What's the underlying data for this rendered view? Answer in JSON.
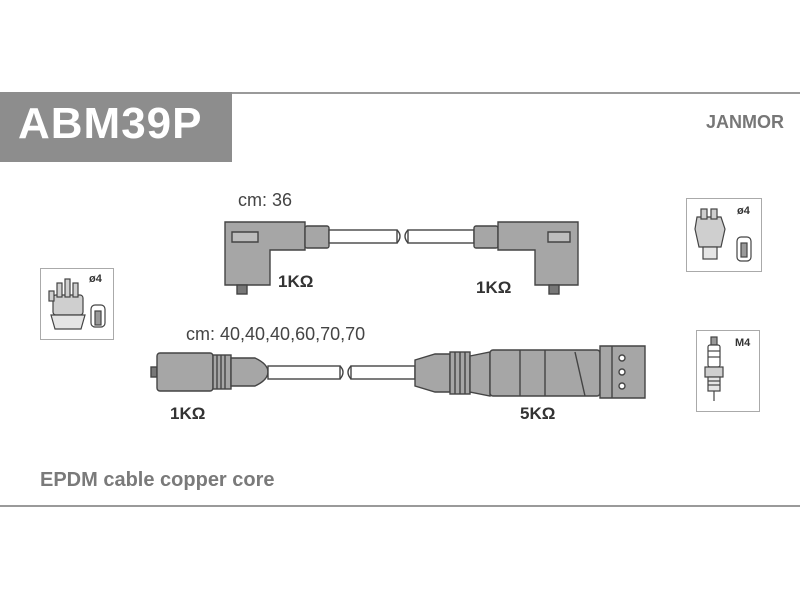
{
  "header": {
    "part_number": "ABM39P",
    "brand": "JANMOR"
  },
  "cables": [
    {
      "length_label": "cm: 36",
      "resistance_left": "1KΩ",
      "resistance_right": "1KΩ"
    },
    {
      "length_label": "cm: 40,40,40,60,70,70",
      "resistance_left": "1KΩ",
      "resistance_right": "5KΩ"
    }
  ],
  "icons": {
    "coil_size": "ø4",
    "distributor_size": "ø4",
    "spark_plug_thread": "M4"
  },
  "footer": {
    "description": "EPDM cable copper core"
  },
  "colors": {
    "header_bg": "#8d8d8d",
    "boot_fill": "#a6a6a6",
    "stroke": "#444444"
  }
}
